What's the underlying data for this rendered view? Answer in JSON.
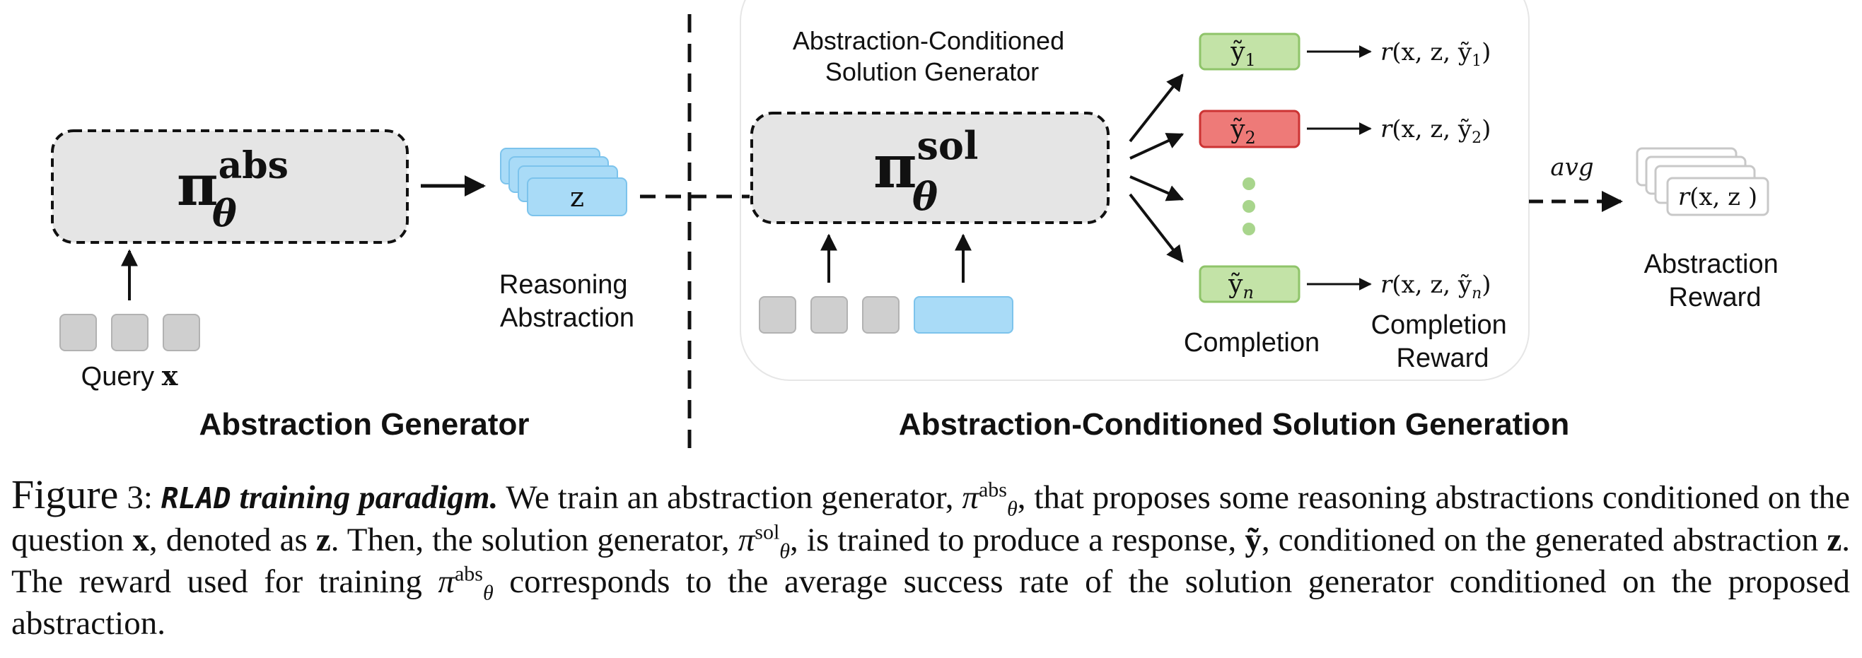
{
  "left": {
    "policy_symbol": "π",
    "policy_superscript": "abs",
    "policy_subscript": "θ",
    "abstraction_box_label": "z",
    "abstraction_label": [
      "Reasoning",
      "Abstraction"
    ],
    "query_label": "Query ",
    "query_var": "x",
    "section_title": "Abstraction Generator"
  },
  "right": {
    "panel_title": [
      "Abstraction-Conditioned",
      "Solution Generator"
    ],
    "policy_symbol": "π",
    "policy_superscript": "sol",
    "policy_subscript": "θ",
    "completions": [
      {
        "label_base": "ỹ",
        "label_sub": "1",
        "status": "correct",
        "reward": "r(x, z, ỹ1)"
      },
      {
        "label_base": "ỹ",
        "label_sub": "2",
        "status": "incorrect",
        "reward": "r(x, z, ỹ2)"
      },
      {
        "label_base": "ỹ",
        "label_sub": "n",
        "status": "correct",
        "reward": "r(x, z, ỹn)"
      }
    ],
    "completion_label": "Completion",
    "completion_reward_label": [
      "Completion",
      "Reward"
    ],
    "avg_label": "avg",
    "abstraction_reward_box": "r(x, z )",
    "abstraction_reward_label": [
      "Abstraction",
      "Reward"
    ],
    "section_title": "Abstraction-Conditioned Solution Generation"
  },
  "colors": {
    "policy_fill": "#e5e5e5",
    "token_fill": "#cfcfcf",
    "abstraction_fill": "#a9dbf7",
    "abstraction_stroke": "#7cc3ec",
    "correct_fill": "#c3e3a7",
    "correct_stroke": "#8fc46a",
    "incorrect_fill": "#ee7a78",
    "incorrect_stroke": "#cc3333",
    "dot_fill": "#a8d58c"
  },
  "caption": {
    "figure_word": "Figure",
    "figure_number": "3:",
    "title_mono": "RLAD",
    "title_rest": "training paradigm.",
    "t1": "We train an abstraction generator,",
    "t2": ", that proposes some reasoning abstractions conditioned on the question",
    "t3": ", denoted as",
    "t4": ". Then, the solution generator,",
    "t5": ", is trained to produce a response,",
    "t6": ", conditioned on the generated abstraction",
    "t7": ". The reward used for training",
    "t8": "corresponds to the average success rate of the solution generator conditioned on the proposed abstraction.",
    "pi": "π",
    "theta": "θ",
    "abs": "abs",
    "sol": "sol",
    "x": "x",
    "z": "z",
    "y_tilde": "ỹ"
  }
}
